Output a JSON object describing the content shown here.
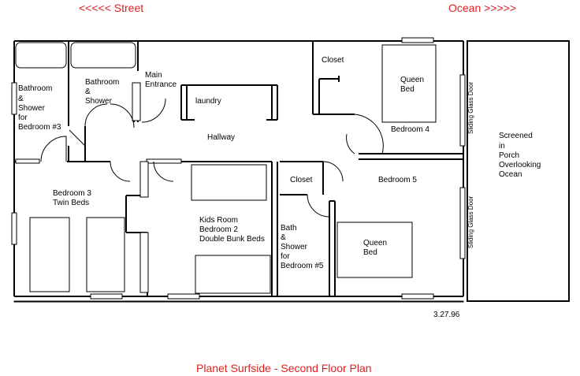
{
  "header": {
    "street": "<<<<<  Street",
    "ocean": "Ocean >>>>>"
  },
  "rooms": {
    "bath3": [
      "Bathroom",
      "&",
      "Shower",
      "for",
      "Bedroom #3"
    ],
    "bath_mid": [
      "Bathroom",
      "&",
      "Shower"
    ],
    "main_entrance": [
      "Main",
      "Entrance"
    ],
    "laundry": "laundry",
    "hallway": "Hallway",
    "closet_top": "Closet",
    "queen_bed_4": [
      "Queen",
      "Bed"
    ],
    "bedroom4": "Bedroom 4",
    "bedroom3": [
      "Bedroom 3",
      "Twin Beds"
    ],
    "kids_room": [
      "Kids Room",
      "Bedroom 2",
      "Double Bunk Beds"
    ],
    "closet_mid": "Closet",
    "bedroom5": "Bedroom 5",
    "bath5": [
      "Bath",
      "&",
      "Shower",
      "for",
      "Bedroom #5"
    ],
    "queen_bed_5": [
      "Queen",
      "Bed"
    ],
    "porch": [
      "Screened",
      "in",
      "Porch",
      "Overlooking",
      "Ocean"
    ]
  },
  "doors": {
    "sliding_top": "Sliding Glass Door",
    "sliding_bottom": "Sliding Glass Door"
  },
  "date": "3.27.96",
  "title": "Planet Surfside - Second Floor Plan"
}
